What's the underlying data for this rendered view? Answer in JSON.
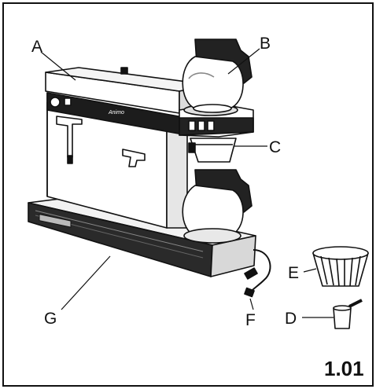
{
  "diagram": {
    "brand_text": "Animo",
    "figure_number": "1.01",
    "callouts": [
      {
        "id": "A",
        "label": "A"
      },
      {
        "id": "B",
        "label": "B"
      },
      {
        "id": "C",
        "label": "C"
      },
      {
        "id": "D",
        "label": "D"
      },
      {
        "id": "E",
        "label": "E"
      },
      {
        "id": "F",
        "label": "F"
      },
      {
        "id": "G",
        "label": "G"
      }
    ]
  }
}
